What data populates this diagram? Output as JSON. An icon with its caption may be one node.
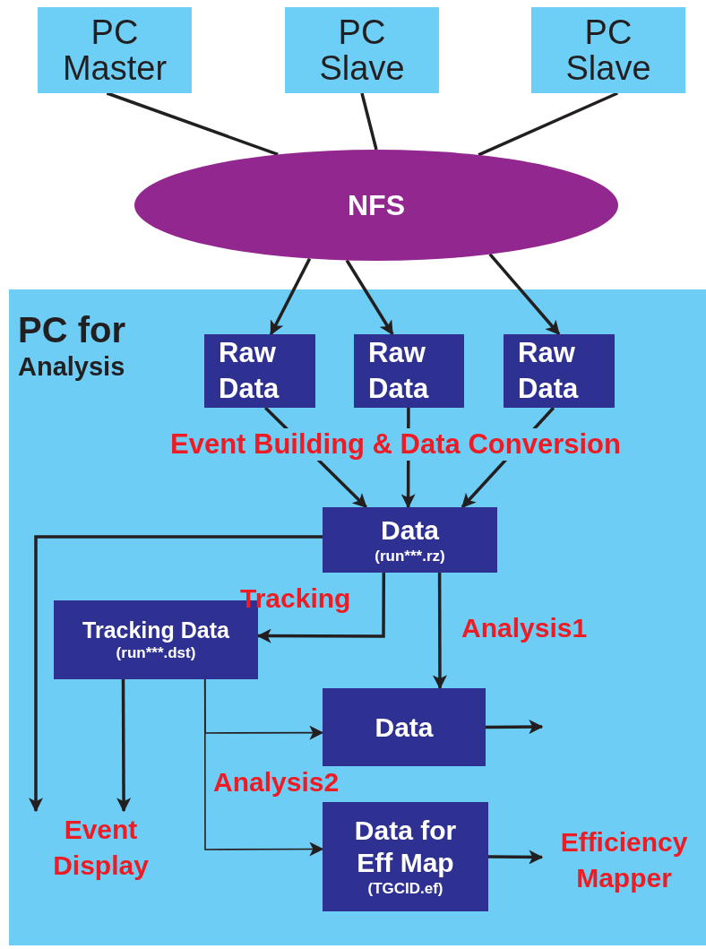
{
  "diagram": {
    "nodes": [
      {
        "text": [
          "PC Master"
        ]
      },
      {
        "text": [
          "PC Slave"
        ]
      },
      {
        "text": [
          "PC Slave"
        ]
      },
      {
        "text": [
          "NFS"
        ]
      },
      {
        "text": [
          "PC for",
          "Analysis"
        ]
      },
      {
        "text": [
          "Raw Data"
        ],
        "in": 4
      },
      {
        "text": [
          "Raw Data"
        ],
        "in": 4
      },
      {
        "text": [
          "Raw Data"
        ],
        "in": 4
      },
      {
        "text": [
          "Data",
          "(run***.rz)"
        ],
        "in": 4
      },
      {
        "text": [
          "Tracking Data",
          "(run***.dst)"
        ],
        "in": 4
      },
      {
        "text": [
          "Data"
        ],
        "in": 4
      },
      {
        "text": [
          "Data for Eff Map",
          "(TGCID.ef)"
        ],
        "in": 4
      },
      {
        "text": [
          "Event Display"
        ],
        "in": 4
      },
      {
        "text": [
          "Efficiency Mapper"
        ],
        "in": 4
      }
    ],
    "edges": [
      {
        "from": 0,
        "to": 3,
        "arrow": "none"
      },
      {
        "from": 1,
        "to": 3,
        "arrow": "none"
      },
      {
        "from": 2,
        "to": 3,
        "arrow": "none"
      },
      {
        "from": 3,
        "to": 5,
        "arrow": "to"
      },
      {
        "from": 3,
        "to": 6,
        "arrow": "to"
      },
      {
        "from": 3,
        "to": 7,
        "arrow": "to"
      },
      {
        "from": 5,
        "to": 8,
        "arrow": "to"
      },
      {
        "from": 6,
        "to": 8,
        "arrow": "to"
      },
      {
        "from": 7,
        "to": 8,
        "arrow": "to"
      },
      {
        "from": 8,
        "to": 12,
        "arrow": "to"
      },
      {
        "from": 8,
        "to": 9,
        "arrow": "to",
        "label": "Tracking"
      },
      {
        "from": 8,
        "to": 10,
        "arrow": "to",
        "label": "Analysis1"
      },
      {
        "from": 9,
        "to": 12,
        "arrow": "to"
      },
      {
        "from": 9,
        "to": 10,
        "arrow": "to"
      },
      {
        "from": 9,
        "to": 11,
        "arrow": "to",
        "label": "Analysis2"
      },
      {
        "from": 10,
        "to": null,
        "arrow": "to"
      },
      {
        "from": 11,
        "to": 13,
        "arrow": "to"
      }
    ],
    "labels": [
      "Event Building & Data Conversion"
    ]
  }
}
